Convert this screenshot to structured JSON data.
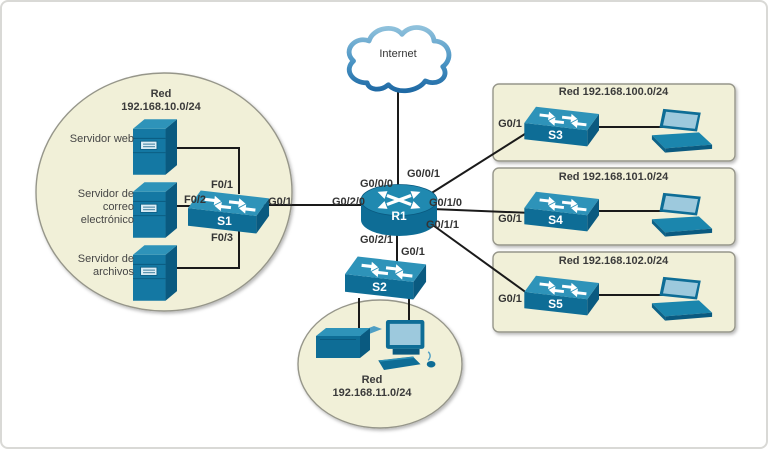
{
  "diagram": {
    "internet": {
      "label": "Internet"
    },
    "router": {
      "name": "R1",
      "port_to_internet": "G0/0/0",
      "port_to_s3": "G0/0/1",
      "port_to_s1": "G0/2/0",
      "port_to_s4": "G0/1/0",
      "port_to_s5": "G0/1/1",
      "port_to_s2": "G0/2/1"
    },
    "left_network": {
      "title_line1": "Red",
      "title_line2": "192.168.10.0/24",
      "server_web": "Servidor web",
      "server_mail": "Servidor de correo electrónico",
      "server_files": "Servidor de archivos",
      "switch_name": "S1",
      "port_web": "F0/1",
      "port_mail": "F0/2",
      "port_files": "F0/3",
      "port_uplink": "G0/1"
    },
    "bottom_network": {
      "title_line1": "Red",
      "title_line2": "192.168.11.0/24",
      "switch_name": "S2",
      "port_uplink": "G0/1"
    },
    "right_networks": [
      {
        "title": "Red 192.168.100.0/24",
        "switch_name": "S3",
        "port_uplink": "G0/1"
      },
      {
        "title": "Red 192.168.101.0/24",
        "switch_name": "S4",
        "port_uplink": "G0/1"
      },
      {
        "title": "Red 192.168.102.0/24",
        "switch_name": "S5",
        "port_uplink": "G0/1"
      }
    ],
    "colors": {
      "device_blue": "#0e6d96",
      "device_blue_light": "#2e93b9",
      "device_blue_dark": "#0a5a80",
      "screen_blue": "#9dc9dd",
      "zone_fill": "#f1f0d8",
      "zone_border": "#96968a",
      "line_color": "#1a1a1a",
      "cloud_blue": "#4a94c4",
      "label_color": "#3b3b3b"
    }
  }
}
